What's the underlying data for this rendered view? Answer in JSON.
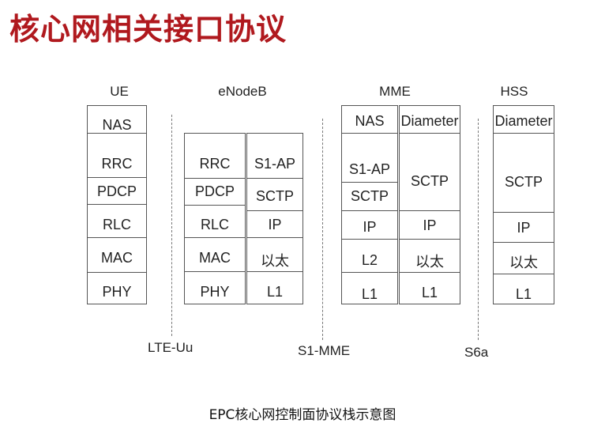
{
  "title": "核心网相关接口协议",
  "caption": "EPC核心网控制面协议栈示意图",
  "colors": {
    "title": "#b0191e",
    "line": "#555555"
  },
  "nodes": {
    "ue": {
      "label": "UE",
      "layers": [
        "NAS",
        "RRC",
        "PDCP",
        "RLC",
        "MAC",
        "PHY"
      ]
    },
    "enodeb": {
      "label": "eNodeB",
      "left_layers": [
        "RRC",
        "PDCP",
        "RLC",
        "MAC",
        "PHY"
      ],
      "right_layers": [
        "S1-AP",
        "SCTP",
        "IP",
        "以太",
        "L1"
      ]
    },
    "mme": {
      "label": "MME",
      "left_layers": [
        "NAS",
        "S1-AP",
        "SCTP",
        "IP",
        "L2",
        "L1"
      ],
      "right_layers": [
        "Diameter",
        "SCTP",
        "IP",
        "以太",
        "L1"
      ]
    },
    "hss": {
      "label": "HSS",
      "layers": [
        "Diameter",
        "SCTP",
        "IP",
        "以太",
        "L1"
      ]
    }
  },
  "interfaces": [
    "LTE-Uu",
    "S1-MME",
    "S6a"
  ]
}
